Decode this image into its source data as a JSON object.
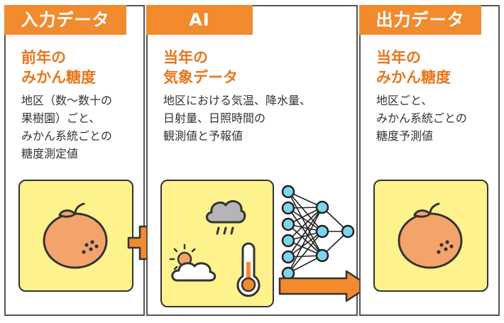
{
  "colors": {
    "accent": "#f28a2e",
    "heading": "#e8761c",
    "card_fill": "#fdf28b",
    "orange_fruit": "#f4a46a",
    "node_blue": "#7fd3ef",
    "cloud_gray": "#b5b5b5"
  },
  "input_panel": {
    "header": "入力データ",
    "heading": "前年の\nみかん糖度",
    "description": "地区（数～数十の\n果樹園）ごと、\nみかん系統ごとの\n糖度測定値",
    "icon": "mandarin-orange-icon"
  },
  "ai_panel": {
    "header": "AI",
    "heading": "当年の\n気象データ",
    "description": "地区における気温、降水量、\n日射量、日照時間の\n観測値と予報値",
    "icons": [
      "rain-cloud-icon",
      "sun-cloud-icon",
      "thermometer-icon",
      "neural-network-icon"
    ]
  },
  "output_panel": {
    "header": "出力データ",
    "heading": "当年の\nみかん糖度",
    "description": "地区ごと、\nみかん系統ごとの\n糖度予測値",
    "icon": "mandarin-orange-icon"
  },
  "connectors": {
    "plus_icon": "plus-icon",
    "arrow_icon": "right-arrow-icon"
  }
}
